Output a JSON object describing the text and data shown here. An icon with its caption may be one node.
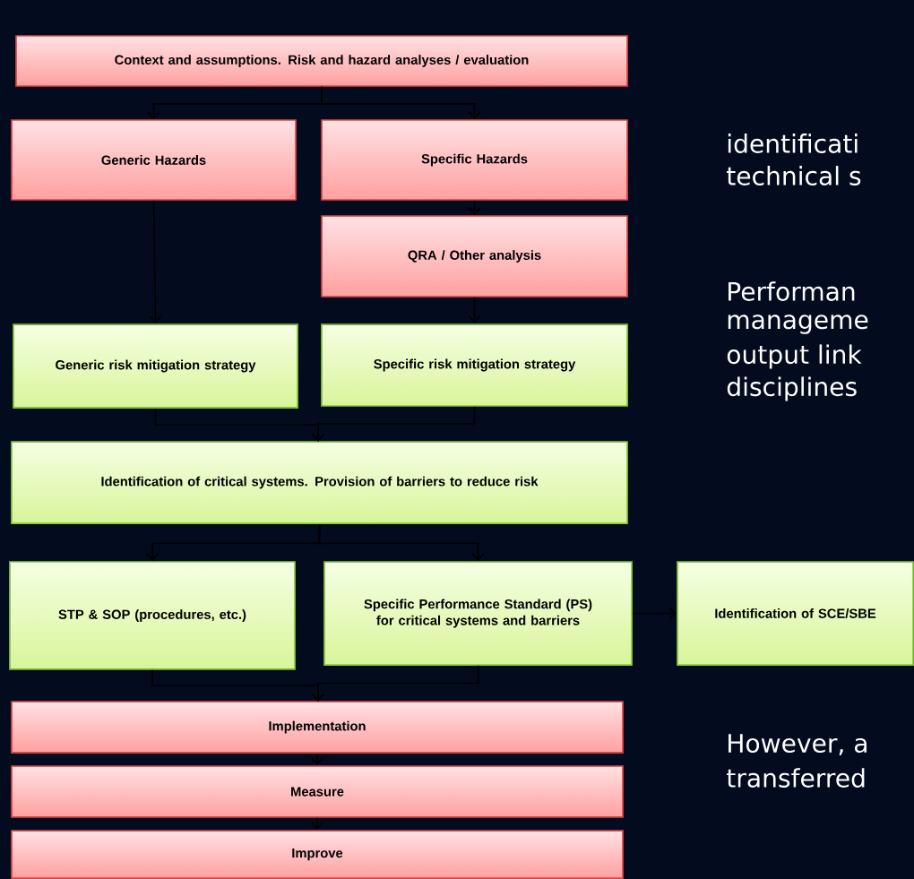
{
  "diagram": {
    "nodes": [
      {
        "text": [
          "Context and assumptions. Risk and hazard analyses / evaluation"
        ]
      },
      {
        "text": [
          "Generic Hazards"
        ]
      },
      {
        "text": [
          "Specific Hazards"
        ]
      },
      {
        "text": [
          "QRA / Other analysis"
        ]
      },
      {
        "text": [
          "Generic risk mitigation strategy"
        ]
      },
      {
        "text": [
          "Specific risk mitigation strategy"
        ]
      },
      {
        "text": [
          "Identification of critical systems. Provision of barriers to reduce risk"
        ]
      },
      {
        "text": [
          "STP & SOP (procedures, etc.)"
        ]
      },
      {
        "text": [
          "Specific Performance Standard (PS) for critical systems and barriers"
        ]
      },
      {
        "text": [
          "Identification of SCE/SBE"
        ]
      },
      {
        "text": [
          "Implementation"
        ]
      },
      {
        "text": [
          "Measure"
        ]
      },
      {
        "text": [
          "Improve"
        ]
      }
    ],
    "edges": [
      {
        "from": 0,
        "to": 1,
        "arrow": "to"
      },
      {
        "from": 0,
        "to": 2,
        "arrow": "to"
      },
      {
        "from": 2,
        "to": 3,
        "arrow": "to"
      },
      {
        "from": 1,
        "to": 4,
        "arrow": "to"
      },
      {
        "from": 3,
        "to": 5,
        "arrow": "to"
      },
      {
        "from": 4,
        "to": 6,
        "arrow": "to"
      },
      {
        "from": 5,
        "to": 6,
        "arrow": "to"
      },
      {
        "from": 6,
        "to": 7,
        "arrow": "to"
      },
      {
        "from": 6,
        "to": 8,
        "arrow": "to"
      },
      {
        "from": 8,
        "to": 9,
        "arrow": "to"
      },
      {
        "from": 7,
        "to": 10,
        "arrow": "to"
      },
      {
        "from": 8,
        "to": 10,
        "arrow": "to"
      },
      {
        "from": 10,
        "to": 11,
        "arrow": "to"
      },
      {
        "from": 11,
        "to": 12,
        "arrow": "to"
      }
    ],
    "labels": [
      "identificati",
      "technical s",
      "Performan",
      "manageme",
      "output link",
      "disciplines",
      "However, a",
      "transferred"
    ]
  }
}
